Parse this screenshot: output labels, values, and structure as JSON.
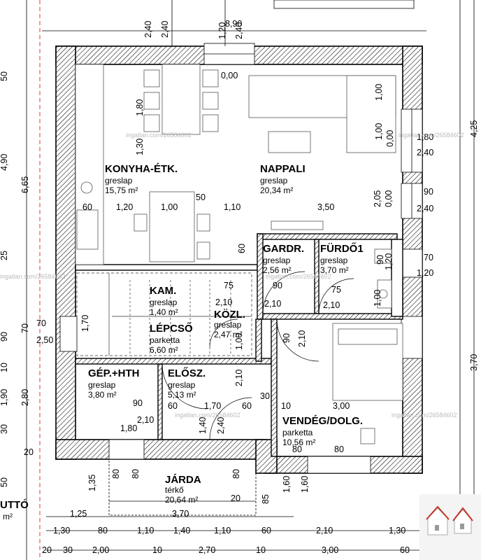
{
  "plan": {
    "rooms": [
      {
        "name": "KONYHA-ÉTK.",
        "floor": "greslap",
        "area": "15,75 m²"
      },
      {
        "name": "NAPPALI",
        "floor": "greslap",
        "area": "20,34 m²"
      },
      {
        "name": "GARDR.",
        "floor": "greslap",
        "area": "2,56 m²"
      },
      {
        "name": "FÜRDŐ1",
        "floor": "greslap",
        "area": "3,70 m²"
      },
      {
        "name": "KAM.",
        "floor": "greslap",
        "area": "1,40 m²"
      },
      {
        "name": "KÖZL.",
        "floor": "greslap",
        "area": "2,47 m²"
      },
      {
        "name": "LÉPCSŐ",
        "floor": "parketta",
        "area": "6,60 m²"
      },
      {
        "name": "GÉP.+HTH",
        "floor": "greslap",
        "area": "3,80 m²"
      },
      {
        "name": "ELŐSZ.",
        "floor": "greslap",
        "area": "5,13 m²"
      },
      {
        "name": "VENDÉG/DOLG.",
        "floor": "parketta",
        "area": "10,56 m²"
      },
      {
        "name": "JÁRDA",
        "floor": "térkő",
        "area": "20,64 m²"
      }
    ],
    "dims_top": [
      "8,90",
      "2,40",
      "2,40",
      "1,20",
      "2,40",
      "0,00"
    ],
    "dims_mid": [
      "60",
      "1,20",
      "1,00",
      "50",
      "1,10",
      "3,50",
      "2,05",
      "0,00",
      "2,40",
      "90"
    ],
    "dims_inner": [
      "1,80",
      "1,30",
      "60",
      "75",
      "90",
      "2,10",
      "2,10",
      "75",
      "2,10",
      "1,00",
      "1,20",
      "90",
      "70",
      "1,20",
      "1,70",
      "70",
      "2,50",
      "90",
      "2,10",
      "1,00",
      "2,10",
      "30",
      "90",
      "60",
      "1,70",
      "60",
      "10",
      "3,00",
      "1,80",
      "2,10",
      "1,40",
      "2,40",
      "80",
      "80",
      "80",
      "80",
      "80",
      "1,60",
      "1,60",
      "1,35",
      "20",
      "85",
      "1,25",
      "3,70"
    ],
    "dims_right": [
      "1,00",
      "1,00",
      "0,00",
      "1,80",
      "2,40",
      "4,25",
      "3,70"
    ],
    "dims_left": [
      "50",
      "4,90",
      "6,65",
      "25",
      "70",
      "90",
      "10",
      "1,90",
      "2,80",
      "30",
      "50",
      "20"
    ],
    "bottom_row1": [
      "1,30",
      "80",
      "1,10",
      "1,40",
      "1,10",
      "60",
      "2,10",
      "1,30"
    ],
    "bottom_row2": [
      "20",
      "30",
      "2,00",
      "10",
      "2,70",
      "10",
      "3,00",
      "60"
    ],
    "edge_text": [
      "UTTÓ",
      "m²"
    ],
    "watermark": "ingatlan.com/26584602"
  }
}
